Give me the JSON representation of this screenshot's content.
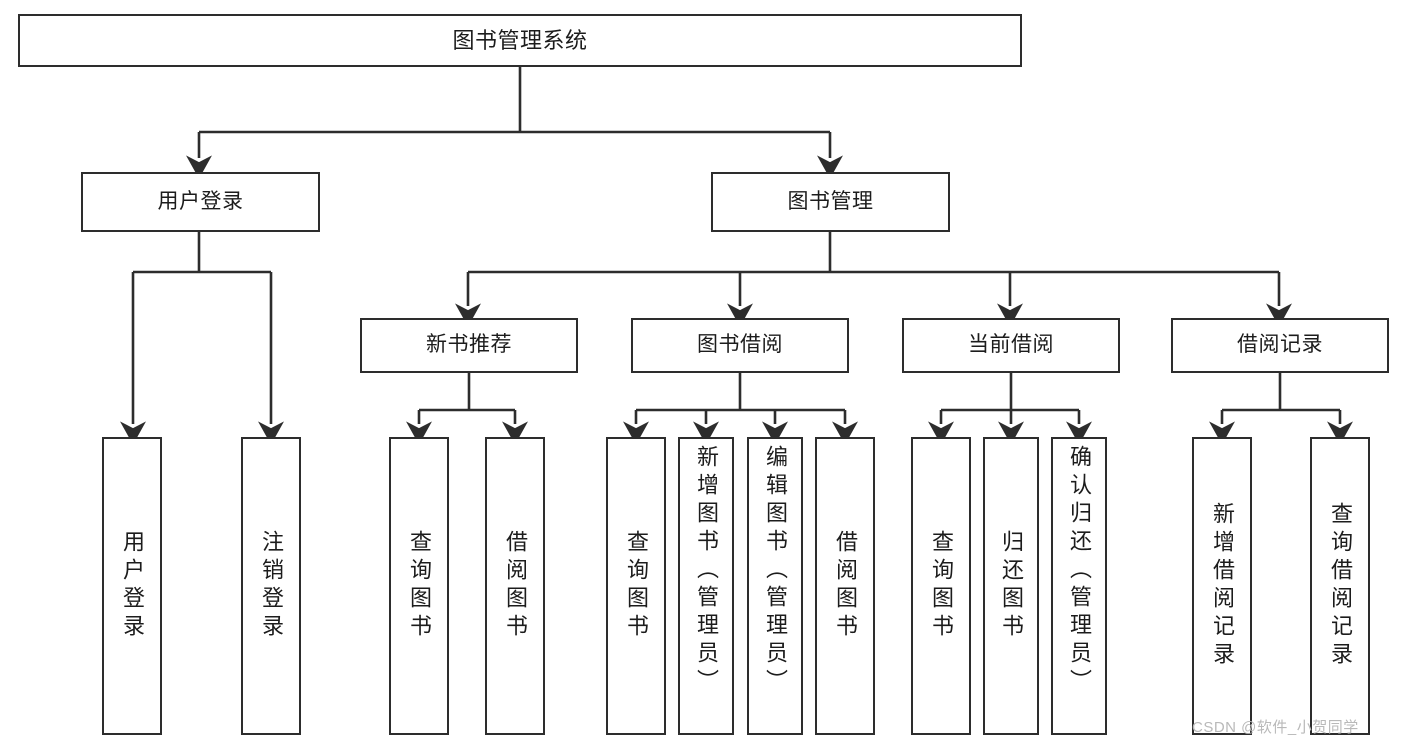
{
  "diagram": {
    "title": "图书管理系统",
    "watermark": "CSDN @软件_小贺同学",
    "colors": {
      "background": "#ffffff",
      "stroke": "#2d2d2d",
      "text": "#1c1c1c",
      "watermark": "#b9b9b9"
    },
    "levels": {
      "root": {
        "label": "图书管理系统"
      },
      "level2": [
        {
          "label": "用户登录"
        },
        {
          "label": "图书管理"
        }
      ],
      "level3": [
        {
          "label": "新书推荐"
        },
        {
          "label": "图书借阅"
        },
        {
          "label": "当前借阅"
        },
        {
          "label": "借阅记录"
        }
      ],
      "leaves": [
        {
          "label": "用户登录",
          "parent": "用户登录"
        },
        {
          "label": "注销登录",
          "parent": "用户登录"
        },
        {
          "label": "查询图书",
          "parent": "新书推荐"
        },
        {
          "label": "借阅图书",
          "parent": "新书推荐"
        },
        {
          "label": "查询图书",
          "parent": "图书借阅"
        },
        {
          "label": "新增图书（管理员）",
          "parent": "图书借阅"
        },
        {
          "label": "编辑图书（管理员）",
          "parent": "图书借阅"
        },
        {
          "label": "借阅图书",
          "parent": "图书借阅"
        },
        {
          "label": "查询图书",
          "parent": "当前借阅"
        },
        {
          "label": "归还图书",
          "parent": "当前借阅"
        },
        {
          "label": "确认归还（管理员）",
          "parent": "当前借阅"
        },
        {
          "label": "新增借阅记录",
          "parent": "借阅记录"
        },
        {
          "label": "查询借阅记录",
          "parent": "借阅记录"
        }
      ]
    }
  }
}
